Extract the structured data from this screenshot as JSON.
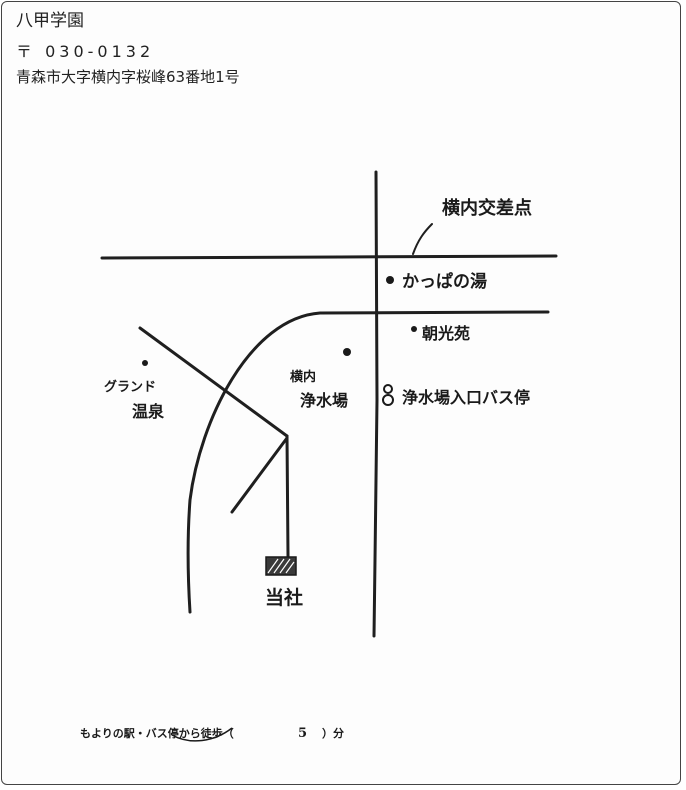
{
  "header": {
    "organization": "八甲学園",
    "postal": "〒 030-0132",
    "address": "青森市大字横内字桜峰63番地1号"
  },
  "map": {
    "labels": {
      "intersection": "横内交差点",
      "kappa_no_yu": "かっぱの湯",
      "chouko_en": "朝光苑",
      "grand_onsen_line1": "グランド",
      "grand_onsen_line2": "温泉",
      "yokouchi_line1": "横内",
      "yokouchi_line2": "浄水場",
      "bus_stop": "浄水場入口バス停",
      "our_company": "当社"
    },
    "footer": {
      "prefix": "もよりの駅・バス停から徒歩（",
      "minutes": "5",
      "suffix": "）分"
    }
  }
}
